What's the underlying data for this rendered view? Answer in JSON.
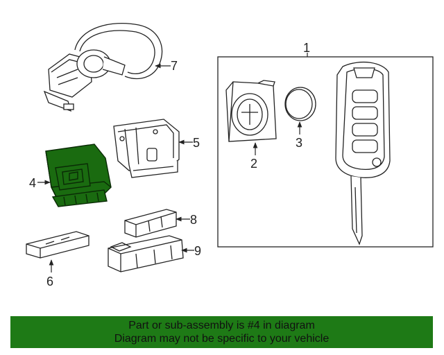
{
  "diagram": {
    "callouts": {
      "c1": "1",
      "c2": "2",
      "c3": "3",
      "c4": "4",
      "c5": "5",
      "c6": "6",
      "c7": "7",
      "c8": "8",
      "c9": "9"
    },
    "highlight_color": "#1a6b10",
    "highlight_stroke": "#0a2a06"
  },
  "banner": {
    "line1": "Part or sub-assembly is #4 in diagram",
    "line2": "Diagram may not be specific to your vehicle",
    "background": "#1e7a16"
  }
}
